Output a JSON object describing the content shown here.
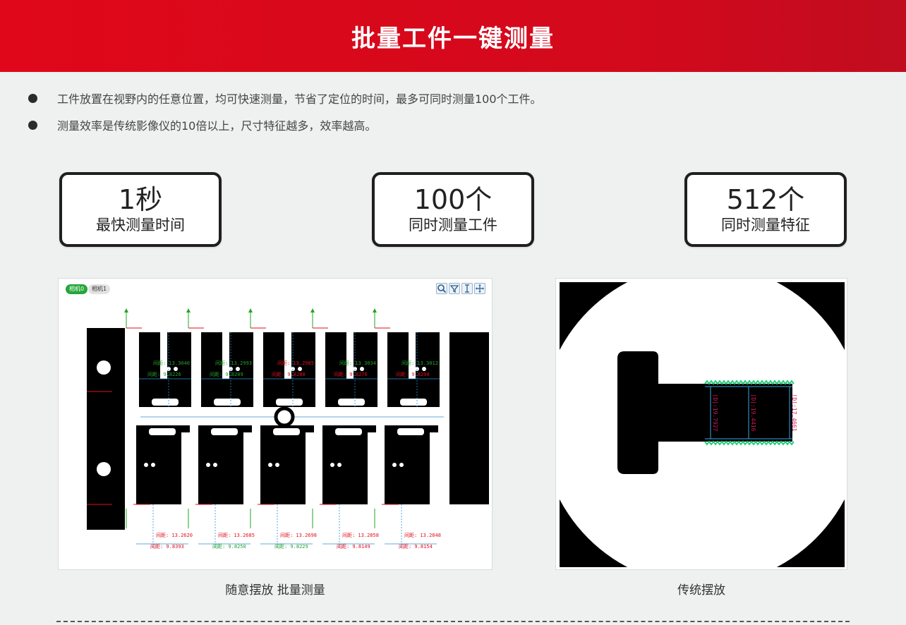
{
  "header": {
    "title": "批量工件一键测量"
  },
  "bullets": [
    "工件放置在视野内的任意位置，均可快速测量，节省了定位的时间，最多可同时测量100个工件。",
    "测量效率是传统影像仪的10倍以上，尺寸特征越多，效率越高。"
  ],
  "stats": [
    {
      "big": "1秒",
      "small": "最快测量时间"
    },
    {
      "big": "100个",
      "small": "同时测量工件"
    },
    {
      "big": "512个",
      "small": "同时测量特征"
    }
  ],
  "batch_view": {
    "tabs": [
      "相机0",
      "相机1"
    ],
    "toolbar_icons": [
      "zoom-icon",
      "filter-icon",
      "measure-icon",
      "move-icon"
    ],
    "top_labels": [
      {
        "a": "间距: 13.3040",
        "b": "间距: 9.8226"
      },
      {
        "a": "间距: 13.2993",
        "b": "间距: 9.8209"
      },
      {
        "a": "间距: 13.2985",
        "b": "间距: 9.8280"
      },
      {
        "a": "间距: 13.3034",
        "b": "间距: 9.8276"
      },
      {
        "a": "间距: 13.3012",
        "b": "间距: 9.8290"
      }
    ],
    "bottom_labels": [
      {
        "a": "间距: 13.2620",
        "b": "间距: 9.8393"
      },
      {
        "a": "间距: 13.2685",
        "b": "间距: 9.8250"
      },
      {
        "a": "间距: 13.2698",
        "b": "间距: 9.8229"
      },
      {
        "a": "间距: 13.2858",
        "b": "间距: 9.8149"
      },
      {
        "a": "间距: 13.2848",
        "b": "间距: 9.8154"
      }
    ],
    "caption": "随意摆放 批量测量"
  },
  "traditional_view": {
    "dim_labels": [
      "[D]:19.7927",
      "[D]:19.4416",
      "[D]:17.4661"
    ],
    "caption": "传统摆放"
  },
  "colors": {
    "brand_red": "#d9081b",
    "green_ok": "#22a52a",
    "red_ng": "#e0101e",
    "measure_blue": "#2f8fd6"
  }
}
